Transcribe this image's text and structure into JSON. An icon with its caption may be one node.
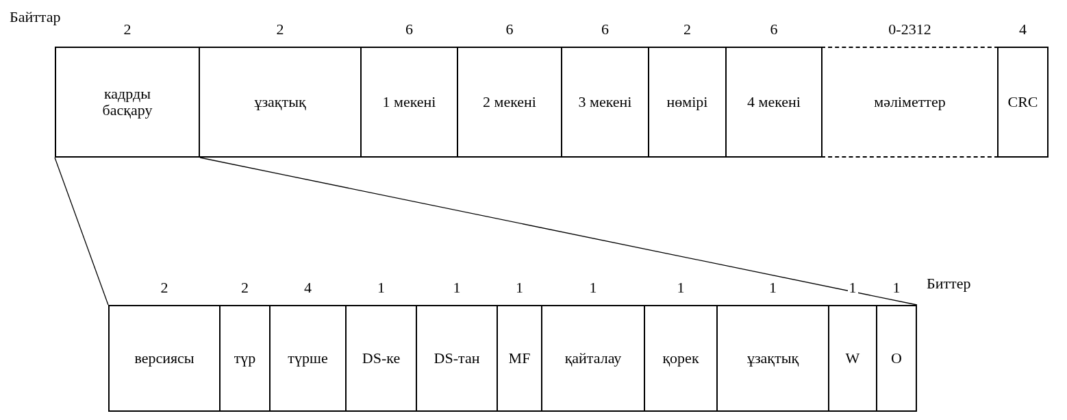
{
  "diagram": {
    "nodes": [
      {
        "text": [
          "кадрды басқару"
        ],
        "beside": [
          "2"
        ]
      },
      {
        "text": [
          "ұзақтық"
        ],
        "beside": [
          "2"
        ]
      },
      {
        "text": [
          "1 мекені"
        ],
        "beside": [
          "6"
        ]
      },
      {
        "text": [
          "2 мекені"
        ],
        "beside": [
          "6"
        ]
      },
      {
        "text": [
          "3 мекені"
        ],
        "beside": [
          "6"
        ]
      },
      {
        "text": [
          "нөмірі"
        ],
        "beside": [
          "2"
        ]
      },
      {
        "text": [
          "4 мекені"
        ],
        "beside": [
          "6"
        ]
      },
      {
        "text": [
          "мәліметтер"
        ],
        "beside": [
          "0-2312"
        ]
      },
      {
        "text": [
          "CRC"
        ],
        "beside": [
          "4"
        ]
      },
      {
        "text": [
          "версиясы"
        ],
        "beside": [
          "2"
        ]
      },
      {
        "text": [
          "түр"
        ],
        "beside": [
          "2"
        ]
      },
      {
        "text": [
          "түрше"
        ],
        "beside": [
          "4"
        ]
      },
      {
        "text": [
          "DS-ке"
        ],
        "beside": [
          "1"
        ]
      },
      {
        "text": [
          "DS-тан"
        ],
        "beside": [
          "1"
        ]
      },
      {
        "text": [
          "MF"
        ],
        "beside": [
          "1"
        ]
      },
      {
        "text": [
          "қайталау"
        ],
        "beside": [
          "1"
        ]
      },
      {
        "text": [
          "қорек"
        ],
        "beside": [
          "1"
        ]
      },
      {
        "text": [
          "ұзақтық"
        ],
        "beside": [
          "1"
        ]
      },
      {
        "text": [
          "W"
        ],
        "beside": [
          "1"
        ]
      },
      {
        "text": [
          "O"
        ],
        "beside": [
          "1"
        ]
      }
    ],
    "edges": [
      {
        "from": 0,
        "to": 9,
        "arrow": "none"
      },
      {
        "from": 0,
        "to": 19,
        "arrow": "none"
      }
    ],
    "labels": [
      "Байттар",
      "Биттер"
    ]
  }
}
